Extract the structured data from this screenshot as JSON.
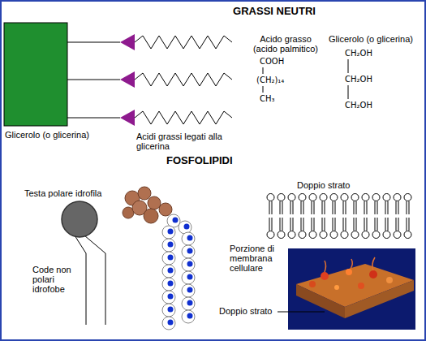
{
  "diagram": {
    "labels": [
      "GRASSI NEUTRI",
      "Acido grasso (acido palmitico)",
      "Glicerolo (o glicerina)",
      "COOH",
      "(CH₂)₁₄",
      "CH₃",
      "CH₂OH",
      "CH₂OH",
      "CH₂OH",
      "Glicerolo (o glicerina)",
      "Acidi grassi legati alla glicerina",
      "FOSFOLIPIDI",
      "Doppio strato",
      "Testa polare idrofila",
      "Code non polari idrofobe",
      "Porzione di membrana cellulare",
      "Doppio strato"
    ]
  }
}
